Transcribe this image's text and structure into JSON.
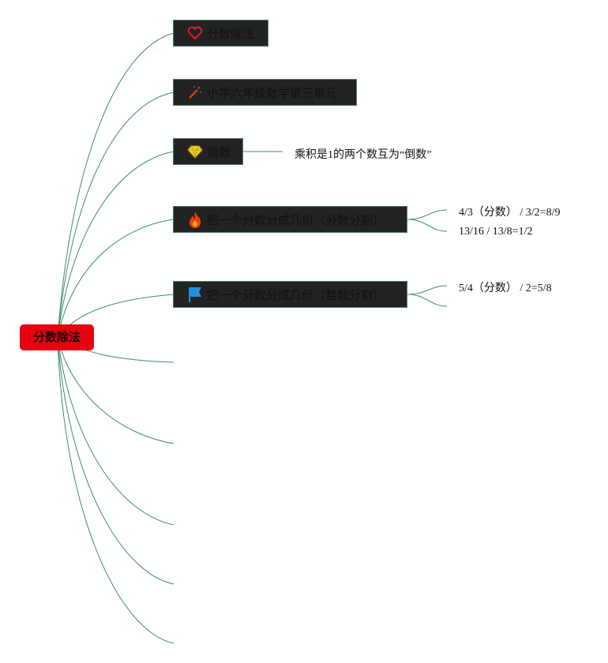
{
  "root": {
    "label": "分数除法"
  },
  "topics": [
    {
      "id": "t1",
      "label": "分数除法",
      "icon": "heart-icon",
      "color": "#e02020"
    },
    {
      "id": "t2",
      "label": "小学六年级数学第三单元",
      "icon": "magic-wand-icon",
      "color": "#d04020"
    },
    {
      "id": "t3",
      "label": "倒数",
      "icon": "diamond-icon",
      "color": "#f0d020"
    },
    {
      "id": "t4",
      "label": "把一个分数分成几份（分数分割）",
      "icon": "fire-icon",
      "color": "#f04010"
    },
    {
      "id": "t5",
      "label": "把一个分数分成几份（整数分割）",
      "icon": "flag-icon",
      "color": "#1e90e0"
    }
  ],
  "notes": {
    "reciprocal": "乘积是1的两个数互为“倒数”",
    "fraction_split": [
      "4/3（分数） / 3/2=8/9",
      "13/16 / 13/8=1/2"
    ],
    "integer_split": [
      "5/4（分数） / 2=5/8",
      ""
    ]
  },
  "colors": {
    "root": "#e60012",
    "topic_bg": "#232323",
    "link": "#3f8c68"
  }
}
